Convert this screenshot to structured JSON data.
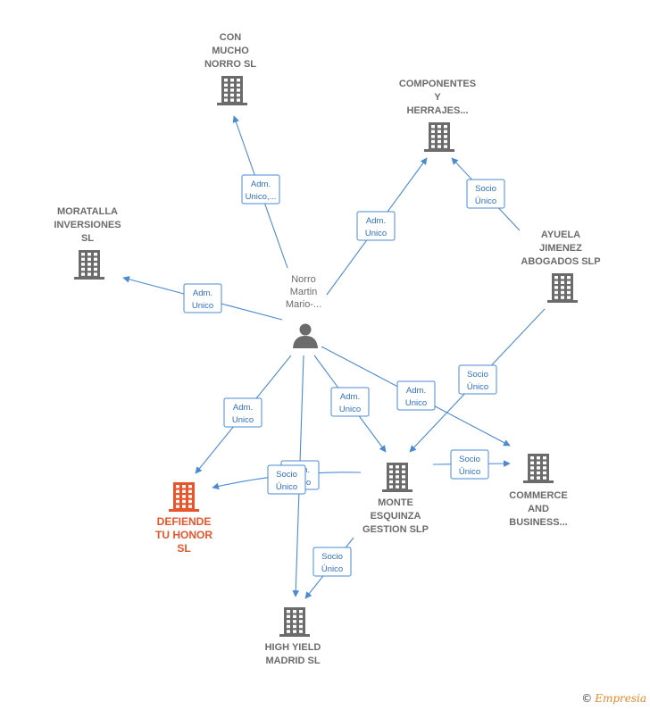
{
  "person": {
    "id": "norro",
    "lines": [
      "Norro",
      "Martin",
      "Mario-..."
    ]
  },
  "companies": [
    {
      "id": "con",
      "lines": [
        "CON",
        "MUCHO",
        "NORRO  SL"
      ],
      "main": false
    },
    {
      "id": "comp",
      "lines": [
        "COMPONENTES",
        "Y",
        "HERRAJES..."
      ],
      "main": false
    },
    {
      "id": "mor",
      "lines": [
        "MORATALLA",
        "INVERSIONES",
        "SL"
      ],
      "main": false
    },
    {
      "id": "ayu",
      "lines": [
        "AYUELA",
        "JIMENEZ",
        "ABOGADOS  SLP"
      ],
      "main": false
    },
    {
      "id": "def",
      "lines": [
        "DEFIENDE",
        "TU HONOR",
        "SL"
      ],
      "main": true
    },
    {
      "id": "mon",
      "lines": [
        "MONTE",
        "ESQUINZA",
        "GESTION  SLP"
      ],
      "main": false
    },
    {
      "id": "comm",
      "lines": [
        "COMMERCE",
        "AND",
        "BUSINESS..."
      ],
      "main": false
    },
    {
      "id": "high",
      "lines": [
        "HIGH YIELD",
        "MADRID  SL"
      ],
      "main": false
    }
  ],
  "edges": [
    {
      "from": "norro",
      "to": "con",
      "label": [
        "Adm.",
        "Unico,..."
      ]
    },
    {
      "from": "norro",
      "to": "comp",
      "label": [
        "Adm.",
        "Unico"
      ]
    },
    {
      "from": "ayu",
      "to": "comp",
      "label": [
        "Socio",
        "Único"
      ]
    },
    {
      "from": "norro",
      "to": "mor",
      "label": [
        "Adm.",
        "Unico"
      ]
    },
    {
      "from": "norro",
      "to": "def",
      "label": [
        "Adm.",
        "Unico"
      ]
    },
    {
      "from": "norro",
      "to": "mon",
      "label": [
        "Adm.",
        "Unico"
      ]
    },
    {
      "from": "norro",
      "to": "comm",
      "label": [
        "Adm.",
        "Unico"
      ]
    },
    {
      "from": "norro",
      "to": "high",
      "label": [
        "Adm.",
        "Unico"
      ]
    },
    {
      "from": "ayu",
      "to": "mon",
      "label": [
        "Socio",
        "Único"
      ]
    },
    {
      "from": "mon",
      "to": "comm",
      "label": [
        "Socio",
        "Único"
      ]
    },
    {
      "from": "mon",
      "to": "def",
      "label": [
        "Socio",
        "Único"
      ]
    },
    {
      "from": "mon",
      "to": "high",
      "label": [
        "Socio",
        "Único"
      ]
    }
  ],
  "colors": {
    "edge": "#4a8ad4",
    "node": "#6b6b6b",
    "main_node": "#e8552a"
  },
  "footer": {
    "symbol": "©",
    "brand": "Empresia"
  }
}
